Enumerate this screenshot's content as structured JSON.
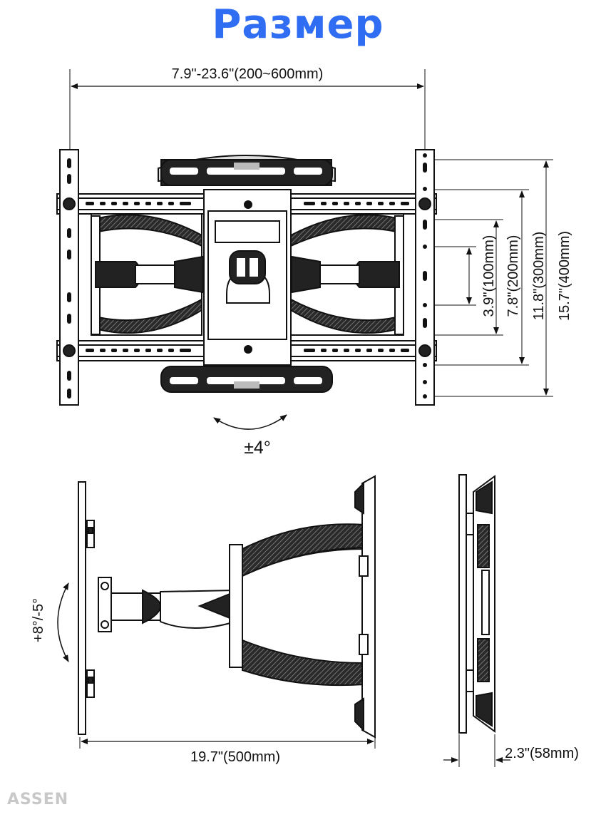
{
  "title": "Размер",
  "brand": "ASSEN",
  "dimensions": {
    "width_range": "7.9\"-23.6\"(200~600mm)",
    "v100": "3.9\"(100mm)",
    "v200": "7.8\"(200mm)",
    "v300": "11.8\"(300mm)",
    "v400": "15.7\"(400mm)",
    "tilt_side": "±4°",
    "tilt": "+8°/-5°",
    "extension": "19.7\"(500mm)",
    "depth": "2.3\"(58mm)"
  },
  "colors": {
    "title": "#2f6df2",
    "line": "#111111",
    "brand": "#c8c8c8"
  }
}
